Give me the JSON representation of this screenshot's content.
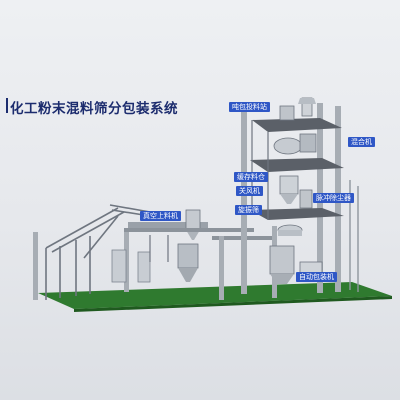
{
  "title": "化工粉末混料筛分包装系统",
  "labels": {
    "ton_bag_station": "吨包投料站",
    "mixer": "混合机",
    "buffer_bin": "缓存料仓",
    "air_lock": "关风机",
    "pulse_dust_collector": "脉冲除尘器",
    "vibrating_screen": "旋振筛",
    "vacuum_feeder": "真空上料机",
    "auto_packer": "自动包装机"
  },
  "colors": {
    "title": "#1c2c6e",
    "tag_bg": "#2f57c6",
    "ground": "#2f7a2f",
    "steel": "#7d8590",
    "platform": "#5b6068"
  }
}
